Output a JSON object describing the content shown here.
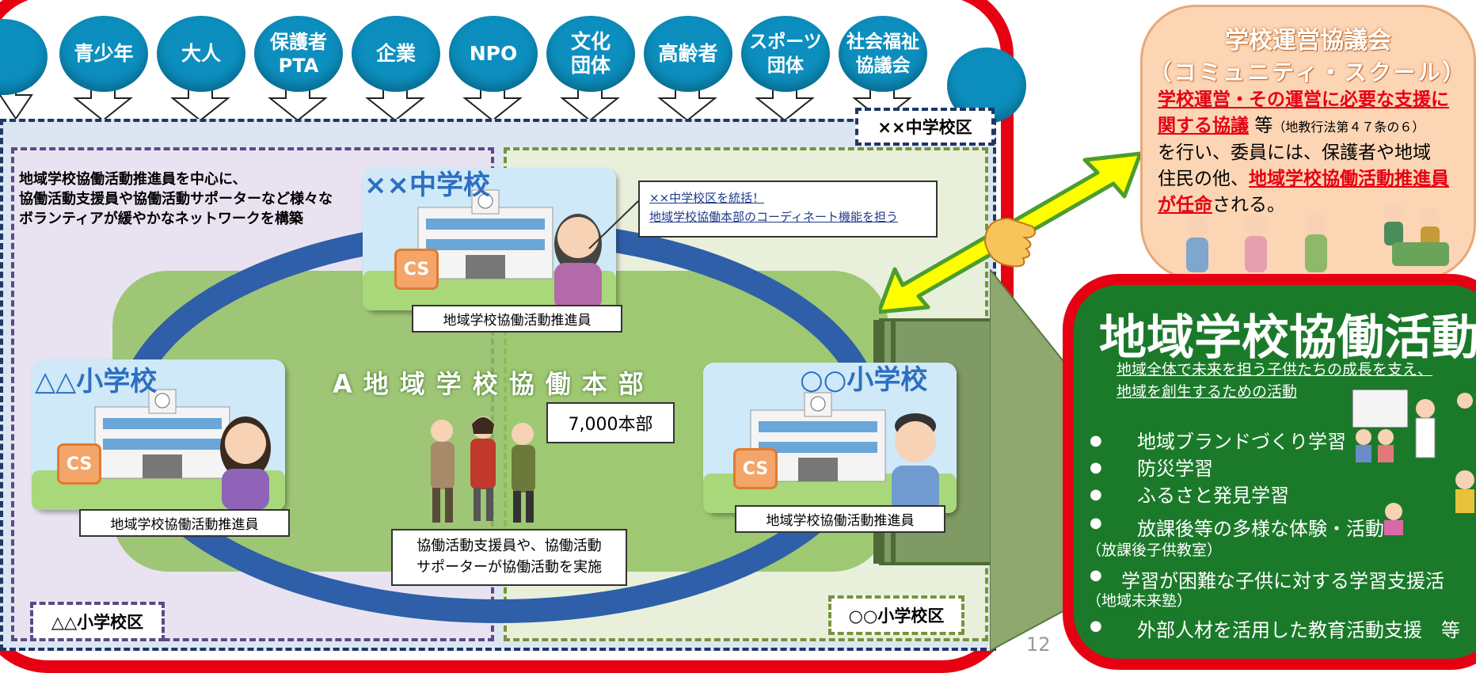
{
  "organizations": [
    "青少年",
    "大人",
    "保護者\nPTA",
    "企業",
    "NPO",
    "文化\n団体",
    "高齢者",
    "スポーツ\n団体",
    "社会福祉\n協議会"
  ],
  "district_badge": "××中学校区",
  "network_text": [
    "地域学校協働活動推進員を中心に、",
    "協働活動支援員や協働活動サポーターなど様々な",
    "ボランティアが緩やかなネットワークを構築"
  ],
  "middle_school": {
    "name": "××中学校",
    "cs": "CS",
    "role": "地域学校協働活動推進員"
  },
  "callout": [
    "××中学校区を統括！",
    "地域学校協働本部のコーディネート機能を担う"
  ],
  "triangle_school": {
    "name": "△△小学校",
    "cs": "CS",
    "role": "地域学校協働活動推進員"
  },
  "circle_school": {
    "name": "○○小学校",
    "cs": "CS",
    "role": "地域学校協働活動推進員"
  },
  "hq_title": "A地域学校協働本部",
  "hq_count": "7,000本部",
  "support_text": [
    "協働活動支援員や、協働活動",
    "サポーターが協働活動を実施"
  ],
  "triangle_district": "△△小学校区",
  "circle_district": "○○小学校区",
  "page_number": "12",
  "council": {
    "title": "学校運営協議会",
    "subtitle": "（コミュニティ・スクール）",
    "line1_red": "学校運営・その運営に必要な支援に",
    "line2_red": "関する協議",
    "line2_rest": "等",
    "line2_note": "（地教行法第４７条の６）",
    "line3": "を行い、委員には、保護者や地域",
    "line4_a": "住民の他、",
    "line4_red": "地域学校協働活動推進員",
    "line5_red": "が任命",
    "line5_rest": "される。"
  },
  "activity": {
    "title": "地域学校協働活動",
    "desc1": "地域全体で未来を担う子供たちの成長を支え、",
    "desc2": "地域を創生するための活動",
    "items": [
      "地域ブランドづくり学習",
      "防災学習",
      "ふるさと発見学習",
      "放課後等の多様な体験・活動",
      "学習が困難な子供に対する学習支援活",
      "外部人材を活用した教育活動支援　等"
    ],
    "subs": [
      "（放課後子供教室）",
      "（地域未来塾）"
    ]
  },
  "colors": {
    "frame_red": "#e60012",
    "org_blue": "#0c8fbf",
    "school_blue": "#2d6fc0",
    "activity_green": "#1b7a2a",
    "council_orange": "#fcd5b4"
  }
}
